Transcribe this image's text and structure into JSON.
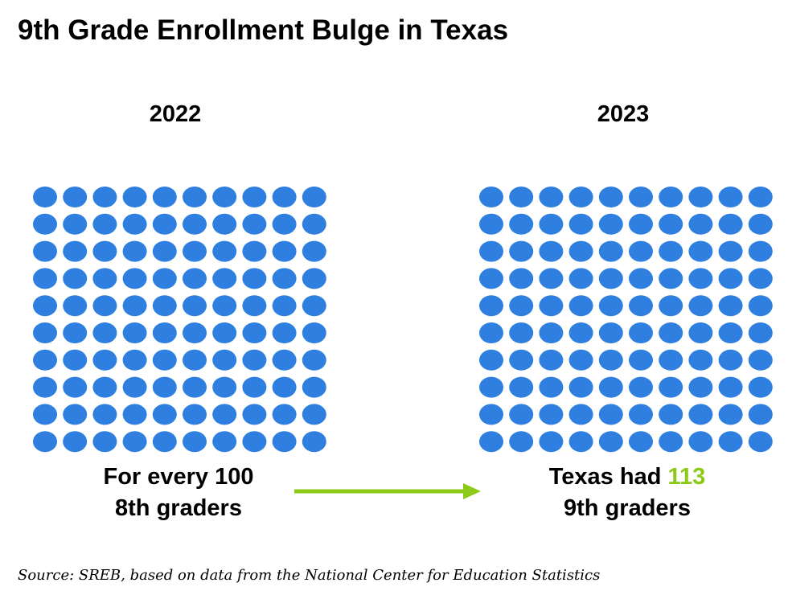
{
  "title": "9th Grade Enrollment Bulge in Texas",
  "chart_data": {
    "type": "pictogram",
    "title": "9th Grade Enrollment Bulge in Texas",
    "dot_color": "#2e7fe0",
    "highlight_color": "#8cc919",
    "panels": [
      {
        "year": "2022",
        "grid": {
          "rows": 10,
          "cols": 10
        },
        "caption_lines": [
          "For every 100",
          "8th graders"
        ]
      },
      {
        "year": "2023",
        "grid": {
          "rows": 10,
          "cols": 10
        },
        "caption_line1_prefix": "Texas had ",
        "caption_value": "113",
        "caption_line2": "9th graders"
      }
    ],
    "arrow_color": "#8cc919"
  },
  "source": "Source: SREB, based on data from the National Center for Education Statistics"
}
